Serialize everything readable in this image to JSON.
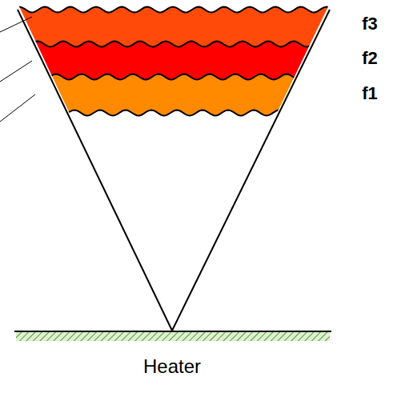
{
  "diagram": {
    "labels": [
      "f3",
      "f2",
      "f1",
      "Heater"
    ]
  }
}
